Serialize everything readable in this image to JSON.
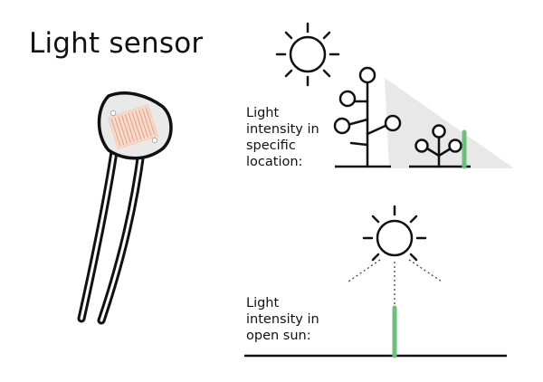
{
  "title": "Light sensor",
  "labels": {
    "specific": [
      "Light",
      "intensity in",
      "specific",
      "location:"
    ],
    "open_sun": [
      "Light",
      "intensity in",
      "open sun:"
    ]
  },
  "colors": {
    "ink": "#111111",
    "indicator": "#6cc17a",
    "shadow": "#e8e8e8",
    "sensor_body": "#e9e9e9",
    "sensor_track": "#f1c9b5"
  },
  "icons": [
    "light-sensor-icon",
    "sun-icon",
    "plant-icon",
    "sun-rays-icon",
    "light-level-indicator"
  ]
}
